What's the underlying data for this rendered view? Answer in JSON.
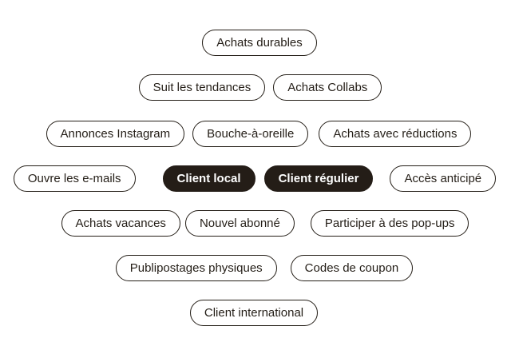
{
  "page": {
    "description": "Nuage de tags clients",
    "background_color": "#ffffff"
  },
  "colors": {
    "pill_border": "#241e17",
    "pill_text": "#241e17",
    "selected_pill_background": "#241d17",
    "selected_pill_text": "#ffffff"
  },
  "rows": [
    {
      "pills": [
        {
          "label": "Achats durables",
          "selected": false
        }
      ]
    },
    {
      "pills": [
        {
          "label": "Suit les tendances",
          "selected": false
        },
        {
          "label": "Achats Collabs",
          "selected": false
        }
      ]
    },
    {
      "pills": [
        {
          "label": "Annonces Instagram",
          "selected": false
        },
        {
          "label": "Bouche-à-oreille",
          "selected": false
        },
        {
          "label": "Achats avec réductions",
          "selected": false
        }
      ]
    },
    {
      "pills": [
        {
          "label": "Ouvre les e-mails",
          "selected": false
        },
        {
          "label": "Client local",
          "selected": true
        },
        {
          "label": "Client régulier",
          "selected": true
        },
        {
          "label": "Accès anticipé",
          "selected": false
        }
      ]
    },
    {
      "pills": [
        {
          "label": "Achats vacances",
          "selected": false
        },
        {
          "label": "Nouvel abonné",
          "selected": false
        },
        {
          "label": "Participer à des pop-ups",
          "selected": false
        }
      ]
    },
    {
      "pills": [
        {
          "label": "Publipostages physiques",
          "selected": false
        },
        {
          "label": "Codes de coupon",
          "selected": false
        }
      ]
    },
    {
      "pills": [
        {
          "label": "Client international",
          "selected": false
        }
      ]
    }
  ]
}
